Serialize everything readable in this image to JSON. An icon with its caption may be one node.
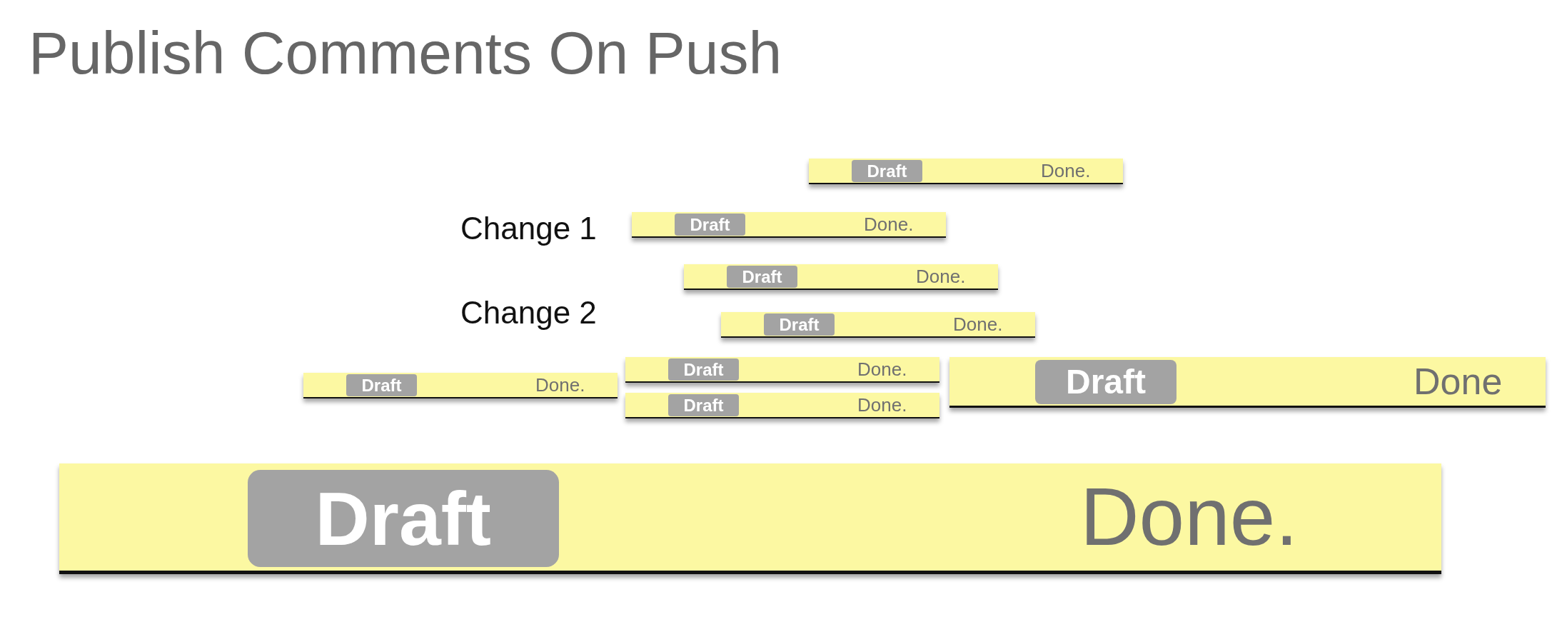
{
  "diagram": {
    "title": "Publish Comments On Push",
    "nodes": [
      {
        "text": [
          "Draft",
          "Done."
        ]
      },
      {
        "text": [
          "Draft",
          "Done."
        ]
      },
      {
        "text": [
          "Draft",
          "Done."
        ]
      },
      {
        "text": [
          "Draft",
          "Done."
        ]
      },
      {
        "text": [
          "Draft",
          "Done."
        ]
      },
      {
        "text": [
          "Draft",
          "Done."
        ]
      },
      {
        "text": [
          "Draft",
          "Done."
        ]
      },
      {
        "text": [
          "Draft",
          "Done"
        ]
      },
      {
        "text": [
          "Draft",
          "Done."
        ]
      }
    ],
    "labels": [
      "Change 1",
      "Change 2"
    ]
  }
}
